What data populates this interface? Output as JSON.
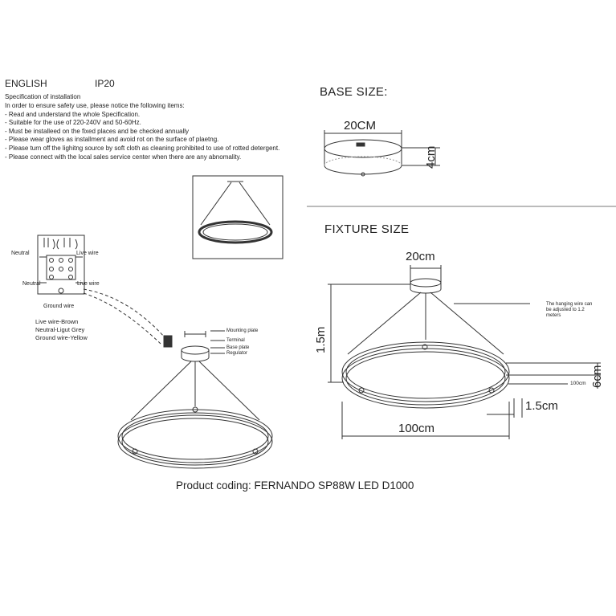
{
  "header": {
    "language": "ENGLISH",
    "ip_rating": "IP20"
  },
  "specification": {
    "title": "Specification of installation",
    "items": [
      "In order to ensure safety use, please notice the following items:",
      "- Read and understand the whole Specification.",
      "- Suitable for the use of 220-240V and 50-60Hz.",
      "- Must be installeed on the fixed places and be checked annually",
      "- Please wear gloves as installment and avoid rot on the surface of plaetng.",
      "- Please turn off the lighitng source by soft cloth as cleaning prohibited to use of rotted detergent.",
      "- Please connect with the local sales service center when there are any abnomality."
    ]
  },
  "base_size": {
    "title": "BASE SIZE:",
    "diameter": "20CM",
    "height": "4cm"
  },
  "fixture_size": {
    "title": "FIXTURE SIZE",
    "top_diameter": "20cm",
    "hanging_height": "1.5m",
    "ring_height": "6cm",
    "ring_thickness": "1.5cm",
    "diameter": "100cm",
    "ring_diameter_small": "100cm",
    "hanging_note": [
      "The hanging wire can",
      "be adjusted to 1.2",
      "meters"
    ]
  },
  "wiring": {
    "neutral_top": "Neutral",
    "live_top": "Live wire",
    "neutral_mid": "Neutral",
    "live_mid": "Live wire",
    "ground": "Ground wire",
    "legend": [
      "Live wire-Brown",
      "Neutral-Ligut Grey",
      "Ground wire-Yellow"
    ]
  },
  "parts": {
    "mounting_plate": "Mounting plate",
    "terminal": "Terminal",
    "base_plate": "Base plate",
    "regulator": "Regulator"
  },
  "product_coding": "Product coding: FERNANDO SP88W LED D1000"
}
